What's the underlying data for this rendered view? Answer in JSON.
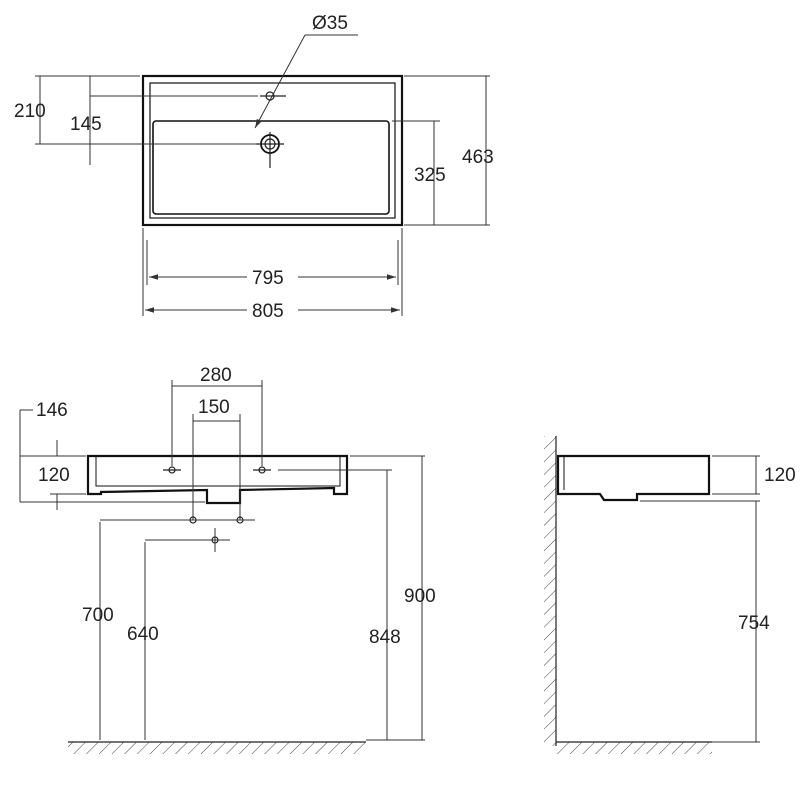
{
  "top_view": {
    "tap_hole_diameter": "Ø35",
    "tap_hole_offset_outer": "210",
    "tap_hole_offset_inner": "145",
    "bowl_depth": "325",
    "overall_depth": "463",
    "bowl_width": "795",
    "overall_width": "805"
  },
  "front_view": {
    "hole_spacing_outer": "280",
    "hole_spacing_inner": "150",
    "top_offset": "146",
    "basin_height": "120",
    "drain_height_1": "700",
    "drain_height_2": "640",
    "underside_height": "848",
    "top_height": "900"
  },
  "side_view": {
    "basin_height": "120",
    "underside_height": "754"
  }
}
